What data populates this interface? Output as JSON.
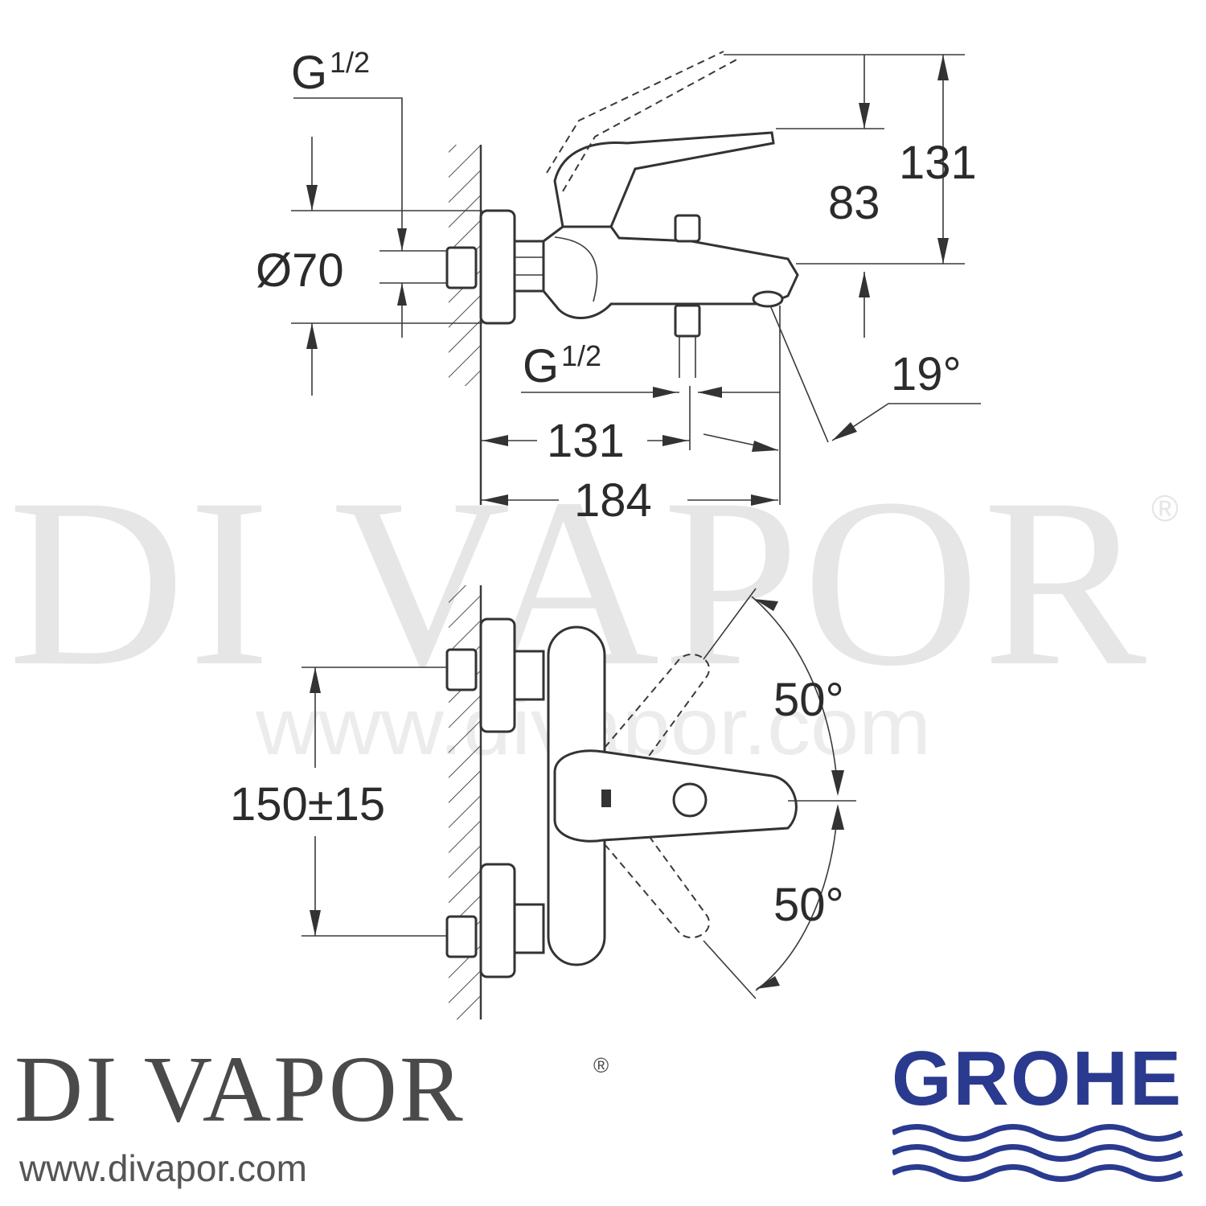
{
  "watermark": {
    "brand": "DI VAPOR",
    "registered": "®",
    "url": "www.divapor.com"
  },
  "side_view": {
    "g_top": "G",
    "g_top_fraction": "1/2",
    "diameter": "Ø70",
    "g_bottom": "G",
    "g_bottom_fraction": "1/2",
    "dim_131_height": "131",
    "dim_83": "83",
    "dim_131_width": "131",
    "dim_184": "184",
    "angle_19": "19°"
  },
  "front_view": {
    "spacing": "150±15",
    "angle_up": "50°",
    "angle_down": "50°"
  },
  "footer": {
    "brand": "DI VAPOR",
    "registered": "®",
    "url": "www.divapor.com",
    "manufacturer": "GROHE"
  },
  "colors": {
    "line": "#3a3a3a",
    "watermark": "#e6e6e6",
    "grohe_blue": "#2a3a8f"
  }
}
